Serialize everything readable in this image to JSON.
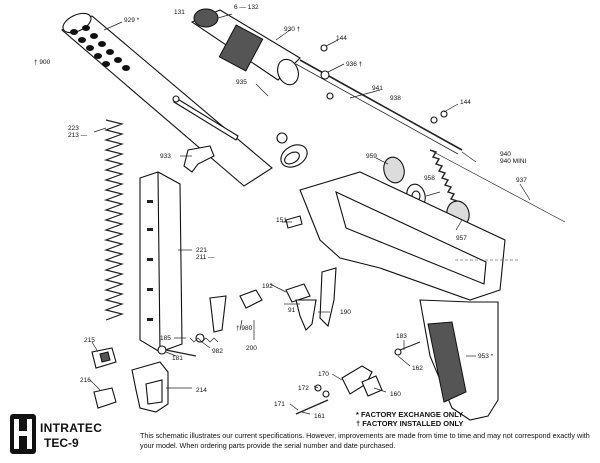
{
  "brand": {
    "name": "INTRATEC",
    "model": "TEC-9"
  },
  "disclaimer": "This schematic illustrates our current specifications. However, improvements are made from time to time and may not correspond exactly with your model. When ordering parts provide the serial number and date purchased.",
  "legend": {
    "exchange": "* FACTORY EXCHANGE ONLY",
    "installed": "† FACTORY INSTALLED ONLY"
  },
  "parts": {
    "p900": "† 900",
    "p929": "929 *",
    "p131": "131",
    "p132": "6 — 132",
    "p930": "930 †",
    "p144a": "144",
    "p936": "936 †",
    "p935": "935",
    "p941": "941",
    "p938": "938",
    "p144b": "144",
    "p223": "223",
    "p213": "213 —",
    "p933": "933",
    "p959": "959",
    "p958": "958",
    "p940": "940",
    "p940mini": "940 MINI",
    "p937": "937",
    "p957": "957",
    "p151": "151",
    "p221": "221",
    "p211": "211 —",
    "p192": "192",
    "p91": "91",
    "p190": "190",
    "p980": "† 980",
    "p200": "200",
    "p185": "185",
    "p982": "982",
    "p181": "181",
    "p215": "215",
    "p183": "183",
    "p162": "162",
    "p953": "953 *",
    "p216": "216",
    "p214": "214",
    "p170": "170",
    "p172": "172",
    "p160": "160",
    "p171": "171",
    "p161": "161"
  }
}
